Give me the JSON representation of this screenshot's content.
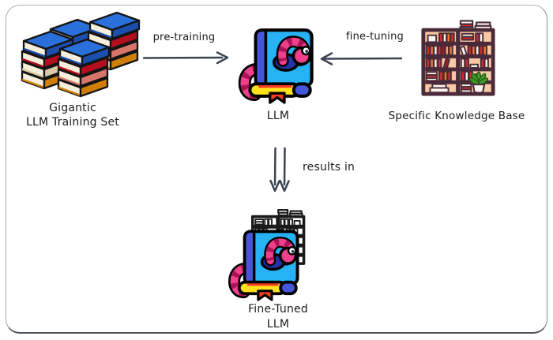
{
  "canvas": {
    "background": "#ffffff",
    "border_color": "#a9adb4",
    "border_shadow_color": "#4e545c"
  },
  "diagram": {
    "nodes": [
      {
        "id": "training-set",
        "icon": "book-stack-icon",
        "label_line1": "Gigantic",
        "label_line2": "LLM Training Set"
      },
      {
        "id": "llm",
        "icon": "bookworm-book-icon",
        "label": "LLM"
      },
      {
        "id": "knowledge-base",
        "icon": "bookshelf-icon",
        "label": "Specific Knowledge Base"
      },
      {
        "id": "fine-tuned-llm",
        "icon": "bookworm-bookshelf-icon",
        "label_line1": "Fine-Tuned",
        "label_line2": "LLM"
      }
    ],
    "edges": [
      {
        "from": "training-set",
        "to": "llm",
        "label": "pre-training",
        "direction": "right",
        "style": "single"
      },
      {
        "from": "knowledge-base",
        "to": "llm",
        "label": "fine-tuning",
        "direction": "left",
        "style": "single"
      },
      {
        "from": "llm",
        "to": "fine-tuned-llm",
        "label": "results in",
        "direction": "down",
        "style": "double"
      }
    ]
  },
  "colors": {
    "arrow": "#3a4350",
    "text": "#1c1c1c",
    "book_blue": "#2a70da",
    "book_red": "#ec1c2d",
    "book_cream": "#f2e9d2",
    "book_salmon": "#f2998c",
    "book_orange": "#f9a51c",
    "worm_pink": "#f0408c",
    "worm_dark": "#a81457",
    "cover_cyan": "#28b2f6",
    "spine_indigo": "#4656d8",
    "pages_yellow": "#ffe11c",
    "bookmark_red": "#f43b23",
    "shelf_frame": "#4a2b3a",
    "shelf_fill": "#f8c9a3",
    "plant_green": "#3f9b27"
  }
}
